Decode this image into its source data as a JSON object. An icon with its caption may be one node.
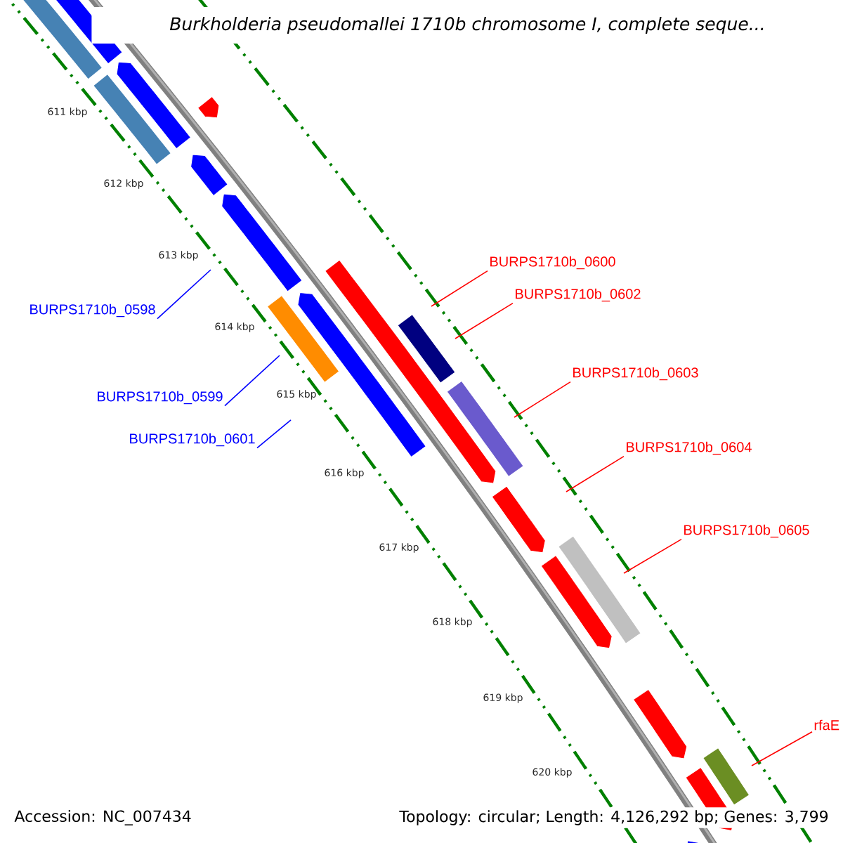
{
  "diagram": {
    "title": "Burkholderia pseudomallei 1710b chromosome I, complete seque...",
    "nodes": [
      {
        "text": [
          "BURPS1710b_0600"
        ]
      },
      {
        "text": [
          "BURPS1710b_0602"
        ]
      },
      {
        "text": [
          "BURPS1710b_0598"
        ]
      },
      {
        "text": [
          "BURPS1710b_0603"
        ]
      },
      {
        "text": [
          "BURPS1710b_0599"
        ]
      },
      {
        "text": [
          "BURPS1710b_0601"
        ]
      },
      {
        "text": [
          "BURPS1710b_0604"
        ]
      },
      {
        "text": [
          "BURPS1710b_0605"
        ]
      },
      {
        "text": [
          "rfaE"
        ]
      }
    ],
    "edges": [
      {
        "from": 0,
        "to": null,
        "arrow": "none"
      },
      {
        "from": 1,
        "to": null,
        "arrow": "none"
      },
      {
        "from": 2,
        "to": null,
        "arrow": "none",
        "color": "#0000ff"
      },
      {
        "from": 3,
        "to": null,
        "arrow": "none"
      },
      {
        "from": 4,
        "to": null,
        "arrow": "none",
        "color": "#0000ff"
      },
      {
        "from": 5,
        "to": null,
        "arrow": "none",
        "color": "#0000ff"
      },
      {
        "from": 6,
        "to": null,
        "arrow": "none"
      },
      {
        "from": 7,
        "to": null,
        "arrow": "none"
      },
      {
        "from": 8,
        "to": null,
        "arrow": "none"
      }
    ],
    "labels": [
      "611 kbp",
      "612 kbp",
      "613 kbp",
      "614 kbp",
      "615 kbp",
      "616 kbp",
      "617 kbp",
      "618 kbp",
      "619 kbp",
      "620 kbp",
      "Accession: NC_007434",
      "Topology: circular; Length: 4,126,292 bp; Genes: 3,799"
    ]
  }
}
